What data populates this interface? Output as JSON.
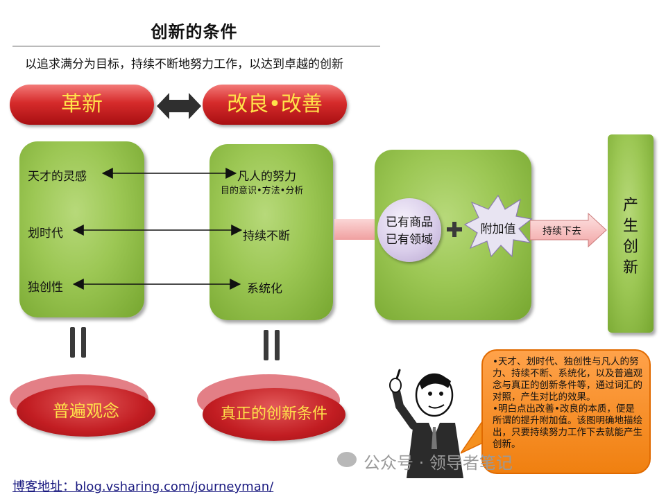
{
  "title": "创新的条件",
  "subtitle": "以追求满分为目标，持续不断地努力工作，以达到卓越的创新",
  "top_pills": {
    "left": "革新",
    "right": "改良•改善"
  },
  "left_box": {
    "items": [
      "天才的灵感",
      "划时代",
      "独创性"
    ]
  },
  "middle_box": {
    "items": [
      "凡人的努力",
      "持续不断",
      "系统化"
    ],
    "subnote": "目的意识•方法•分析"
  },
  "right_box": {
    "circle_line1": "已有商品",
    "circle_line2": "已有领域",
    "burst": "附加值"
  },
  "arrow_label": "持续下去",
  "result_box": {
    "text": "产生创新"
  },
  "bottom_ellipses": {
    "left": "普遍观念",
    "right": "真正的创新条件"
  },
  "note": {
    "paragraph1": "•天才、划时代、独创性与凡人的努力、持续不断、系统化，以及普遍观念与真正的创新条件等，通过词汇的对照，产生对比的效果。",
    "paragraph2": "•明白点出改善•改良的本质，便是所谓的提升附加值。该图明确地描绘出，只要持续努力工作下去就能产生创新。"
  },
  "footer_url": "博客地址：blog.vsharing.com/journeyman/",
  "watermark": "公众号 · 领导者笔记",
  "colors": {
    "pill_red": "#d62b2b",
    "pill_text": "#ffe24a",
    "box_green": "#9cc754",
    "note_orange": "#f5901e",
    "arrow_pink": "#f4a3a3"
  }
}
